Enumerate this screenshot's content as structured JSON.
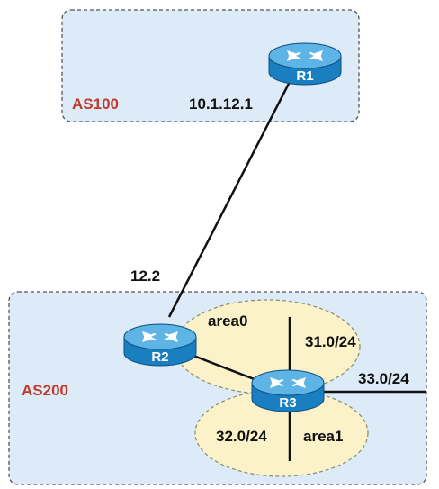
{
  "colors": {
    "as_box_fill": "#dcebf7",
    "as_box_border": "#555555",
    "as_label": "#c0392b",
    "area_fill": "#fbf2c9",
    "area_border": "#8a8a6a",
    "link": "#111111",
    "router_body": "#1a7fc0",
    "router_top": "#5fb4e6",
    "router_dark": "#0d4f80"
  },
  "as_boxes": [
    {
      "id": "as100",
      "label": "AS100"
    },
    {
      "id": "as200",
      "label": "AS200"
    }
  ],
  "areas": [
    {
      "id": "area0",
      "label": "area0"
    },
    {
      "id": "area1",
      "label": "area1"
    }
  ],
  "routers": [
    {
      "id": "r1",
      "label": "R1",
      "icon": "router-icon"
    },
    {
      "id": "r2",
      "label": "R2",
      "icon": "router-icon"
    },
    {
      "id": "r3",
      "label": "R3",
      "icon": "router-icon"
    }
  ],
  "addresses": {
    "r1_interface": "10.1.12.1",
    "r2_interface": "12.2",
    "net_31": "31.0/24",
    "net_32": "32.0/24",
    "net_33": "33.0/24"
  }
}
